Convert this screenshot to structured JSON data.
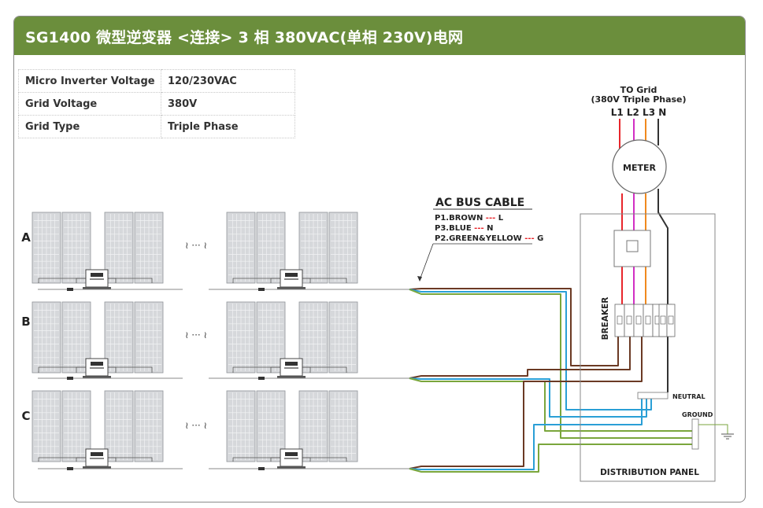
{
  "header": {
    "title": "SG1400 微型逆变器 <连接> 3 相 380VAC(单相 230V)电网"
  },
  "specs": [
    {
      "label": "Micro Inverter Voltage",
      "value": "120/230VAC"
    },
    {
      "label": "Grid  Voltage",
      "value": "380V"
    },
    {
      "label": "Grid Type",
      "value": "Triple Phase"
    }
  ],
  "rows": [
    {
      "label": "A"
    },
    {
      "label": "B"
    },
    {
      "label": "C"
    }
  ],
  "ellipsis": "≀ ··· ≀",
  "bus": {
    "title": "AC BUS CABLE",
    "items": [
      {
        "pin": "P1.BROWN",
        "dash": "---",
        "sig": "L"
      },
      {
        "pin": "P3.BLUE",
        "dash": "---",
        "sig": "N"
      },
      {
        "pin": "P2.GREEN&YELLOW",
        "dash": "---",
        "sig": "G"
      }
    ]
  },
  "grid": {
    "title": "TO Grid",
    "subtitle": "(380V Triple Phase)",
    "lines": "L1 L2 L3 N"
  },
  "meter": {
    "label": "METER"
  },
  "labels": {
    "breaker": "BREAKER",
    "neutral": "NEUTRAL",
    "ground": "GROUND",
    "panel": "DISTRIBUTION PANEL"
  },
  "colors": {
    "header": "#6b8e3c",
    "brown": "#6b3a24",
    "blue": "#2a9fd6",
    "green": "#7aa63c",
    "red": "#e8262c",
    "magenta": "#d12fc4",
    "orange": "#f08a1e"
  }
}
